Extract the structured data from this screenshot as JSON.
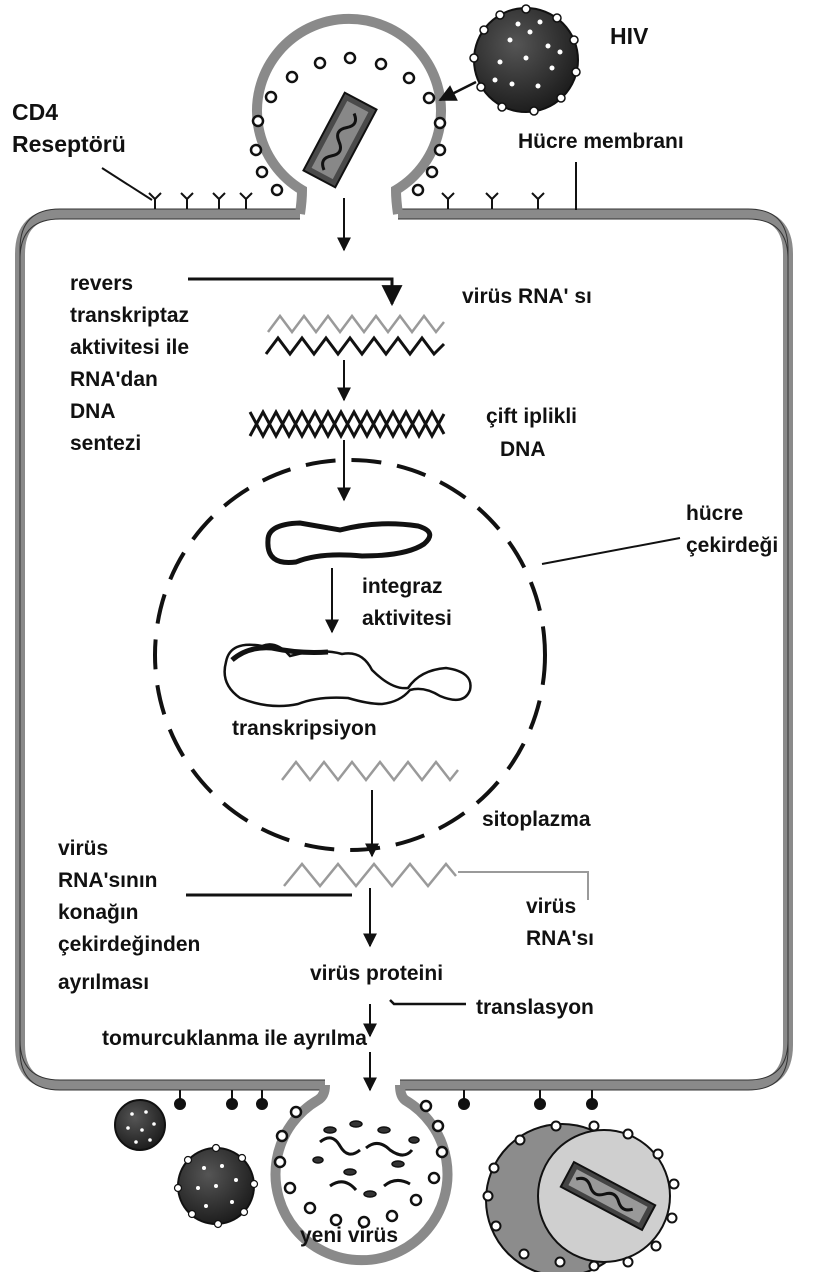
{
  "labels": {
    "hiv": "HIV",
    "cd4_line1": "CD4",
    "cd4_line2": "Reseptörü",
    "cell_membrane": "Hücre membranı",
    "rt_line1": "revers",
    "rt_line2": "transkriptaz",
    "rt_line3": "aktivitesi ile",
    "rt_line4": "RNA'dan",
    "rt_line5": "DNA",
    "rt_line6": "sentezi",
    "viral_rna_top": "virüs RNA' sı",
    "dsdna_line1": "çift iplikli",
    "dsdna_line2": "DNA",
    "nucleus_line1": "hücre",
    "nucleus_line2": "çekirdeği",
    "integrase_line1": "integraz",
    "integrase_line2": "aktivitesi",
    "transcription": "transkripsiyon",
    "cytoplasm": "sitoplazma",
    "export_line1": "virüs",
    "export_line2": "RNA'sının",
    "export_line3": "konağın",
    "export_line4": "çekirdeğinden",
    "export_line5": "ayrılması",
    "viral_rna_bottom_line1": "virüs",
    "viral_rna_bottom_line2": "RNA'sı",
    "viral_protein": "virüs proteini",
    "translation": "translasyon",
    "budding": "tomurcuklanma ile ayrılma",
    "new_virus": "yeni virüs"
  },
  "colors": {
    "membrane": "#8a8a8a",
    "virus_dark": "#2e2e2e",
    "virus_dot": "#ffffff",
    "light_strand": "#9a9a9a",
    "ink": "#111111"
  }
}
